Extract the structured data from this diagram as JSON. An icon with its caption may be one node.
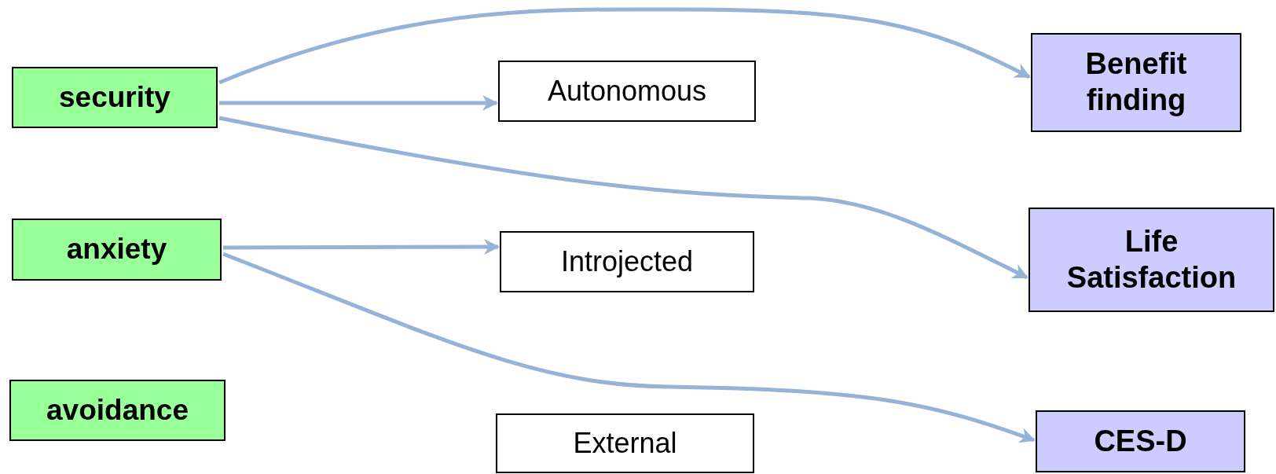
{
  "diagram": {
    "nodes": [
      {
        "text": [
          "security"
        ]
      },
      {
        "text": [
          "anxiety"
        ]
      },
      {
        "text": [
          "avoidance"
        ]
      },
      {
        "text": [
          "Autonomous"
        ]
      },
      {
        "text": [
          "Introjected"
        ]
      },
      {
        "text": [
          "External"
        ]
      },
      {
        "text": [
          "Benefit finding"
        ]
      },
      {
        "text": [
          "Life Satisfaction"
        ]
      },
      {
        "text": [
          "CES-D"
        ]
      }
    ],
    "edges": [
      {
        "from": 0,
        "to": 6,
        "arrow": "to"
      },
      {
        "from": 0,
        "to": 3,
        "arrow": "to"
      },
      {
        "from": 0,
        "to": 7,
        "arrow": "to"
      },
      {
        "from": 1,
        "to": 4,
        "arrow": "to"
      },
      {
        "from": 1,
        "to": 8,
        "arrow": "to"
      }
    ]
  }
}
